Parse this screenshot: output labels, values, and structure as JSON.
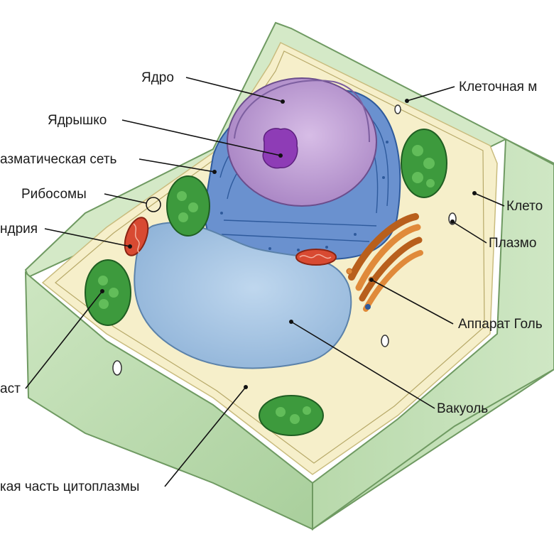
{
  "labels": {
    "nucleus": "Ядро",
    "nucleolus": "Ядрышко",
    "er": "азматическая сеть",
    "ribosomes": "Рибосомы",
    "mitochondria": "ндрия",
    "chloroplast": "аст",
    "cytoplasm": "кая часть цитоплазмы",
    "membrane": "Клеточная м",
    "cell_wall": "Клето",
    "plasmodesma": "Плазмо",
    "golgi": "Аппарат Голь",
    "vacuole": "Вакуоль"
  },
  "colors": {
    "wall": "#bcdcb0",
    "wall_dark": "#9fc795",
    "cytoplasm": "#f5efc8",
    "nucleus": "#b99bd0",
    "nucleolus": "#9140b8",
    "er": "#5d86c8",
    "vacuole": "#a9c8e6",
    "chloroplast": "#3d9a3d",
    "mitochondria": "#d84a32",
    "golgi": "#e08a3a"
  }
}
